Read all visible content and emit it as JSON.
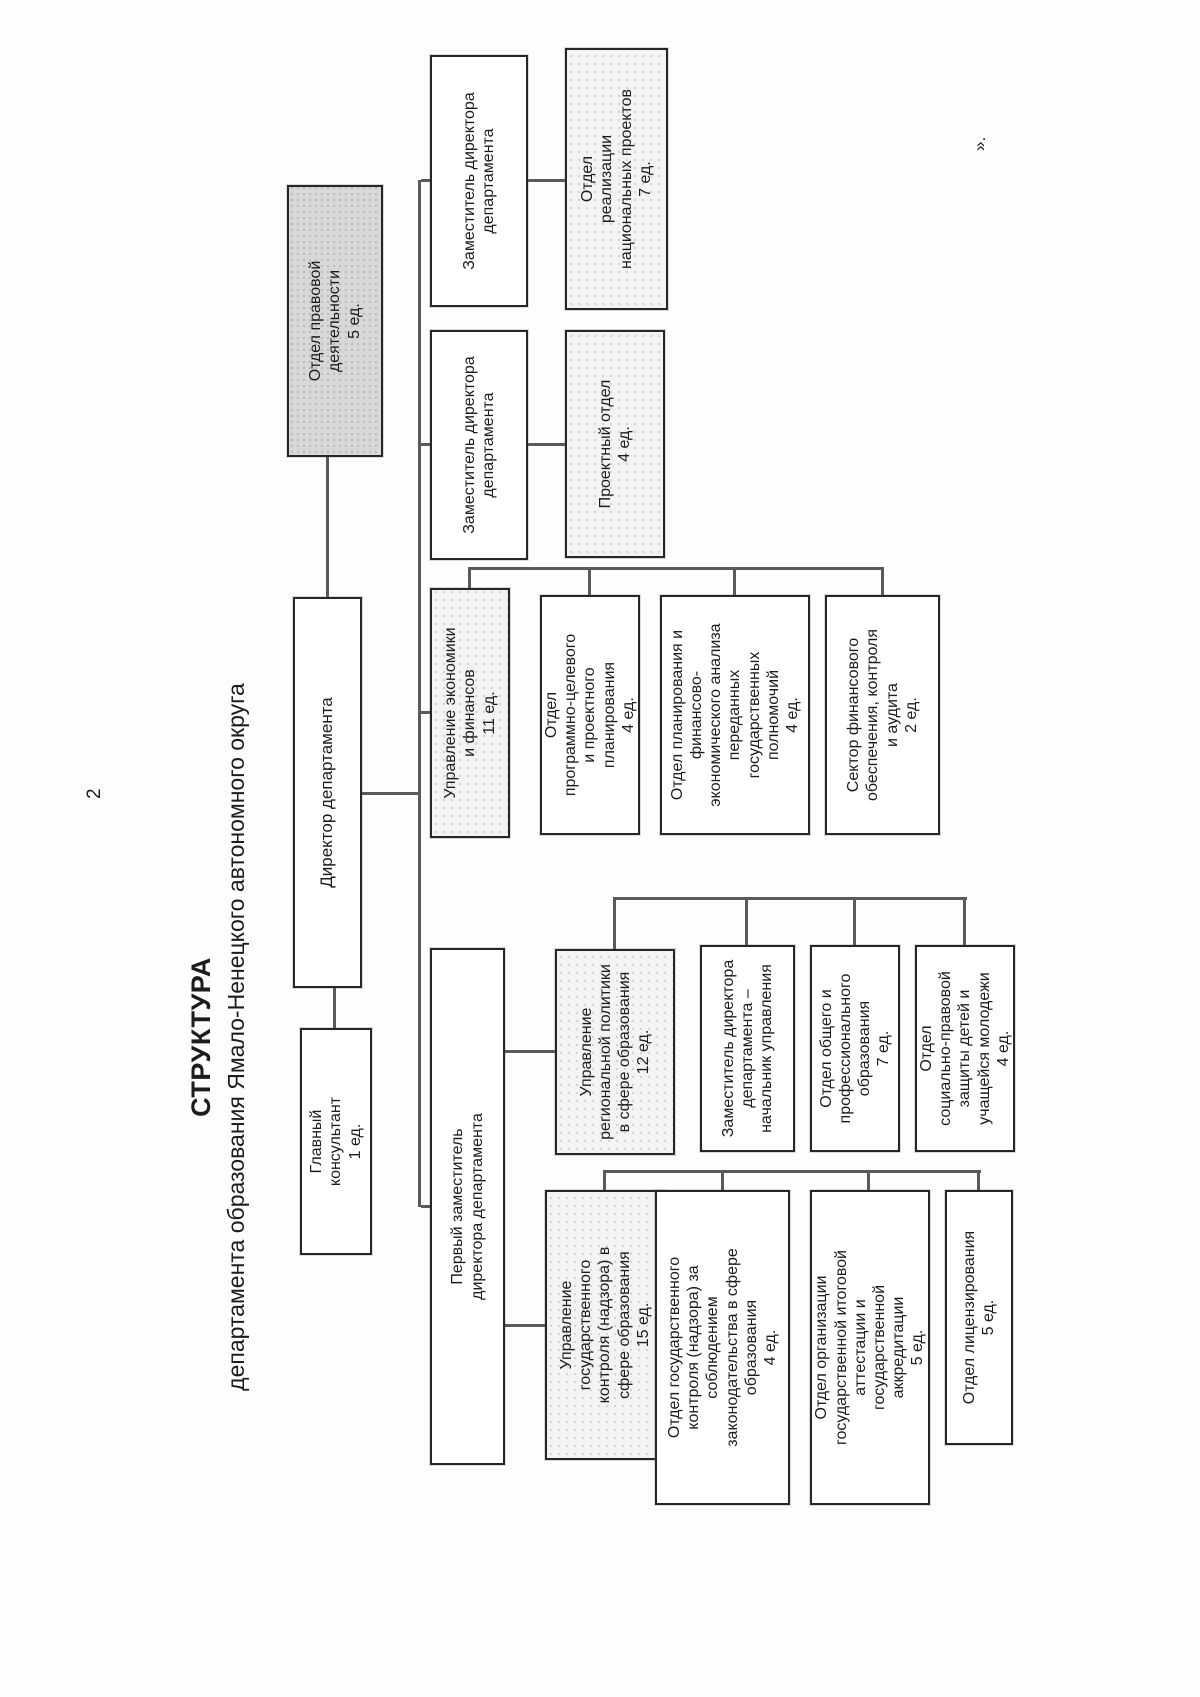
{
  "page": {
    "number": "2",
    "stray_mark": "»."
  },
  "title": {
    "line1": "СТРУКТУРА",
    "line2": "департамента образования Ямало-Ненецкого автономного округа"
  },
  "accent_colors": {
    "box_border": "#262626",
    "shaded_box_fill": "#d8d8d8",
    "light_shade_fill": "#f3f3f2",
    "connector": "#5a5a5a"
  },
  "nodes": {
    "director": {
      "label": "Директор департамента"
    },
    "chief_consultant": {
      "label": "Главный\nконсультант\n1 ед."
    },
    "legal_dept": {
      "label": "Отдел правовой\nдеятельности\n5 ед."
    },
    "deputy_director_1": {
      "label": "Заместитель директора\nдепартамента"
    },
    "national_projects_dept": {
      "label": "Отдел\nреализации\nнациональных проектов\n7 ед."
    },
    "deputy_director_2": {
      "label": "Заместитель директора\nдепартамента"
    },
    "project_dept": {
      "label": "Проектный отдел\n4 ед."
    },
    "economics_finance_dept": {
      "label": "Управление экономики\nи финансов\n11 ед."
    },
    "program_target_planning_dept": {
      "label": "Отдел\nпрограммно-целевого\nи проектного\nпланирования\n4 ед."
    },
    "planning_financial_analysis_dept": {
      "label": "Отдел планирования и\nфинансово-\nэкономического анализа\nпереданных\nгосударственных\nполномочий\n4 ед."
    },
    "financial_control_sector": {
      "label": "Сектор финансового\nобеспечения, контроля\nи аудита\n2 ед."
    },
    "first_deputy_director": {
      "label": "Первый заместитель\nдиректора департамента"
    },
    "regional_policy_dept": {
      "label": "Управление\nрегиональной политики\nв сфере образования\n12 ед."
    },
    "deputy_head_regional": {
      "label": "Заместитель директора\nдепартамента –\nначальник управления"
    },
    "general_professional_education_dept": {
      "label": "Отдел общего и\nпрофессионального\nобразования\n7 ед."
    },
    "social_legal_protection_dept": {
      "label": "Отдел\nсоциально-правовой\nзащиты детей и\nучащейся молодежи\n4 ед."
    },
    "state_control_dept": {
      "label": "Управление\nгосударственного\nконтроля (надзора) в\nсфере образования\n15 ед."
    },
    "control_supervision_dept": {
      "label": "Отдел государственного\nконтроля (надзора) за\nсоблюдением\nзаконодательства в сфере\nобразования\n4 ед."
    },
    "attestation_accreditation_dept": {
      "label": "Отдел организации\nгосударственной итоговой\nаттестации и\nгосударственной\nаккредитации\n5 ед."
    },
    "licensing_dept": {
      "label": "Отдел лицензирования\n5 ед."
    }
  }
}
